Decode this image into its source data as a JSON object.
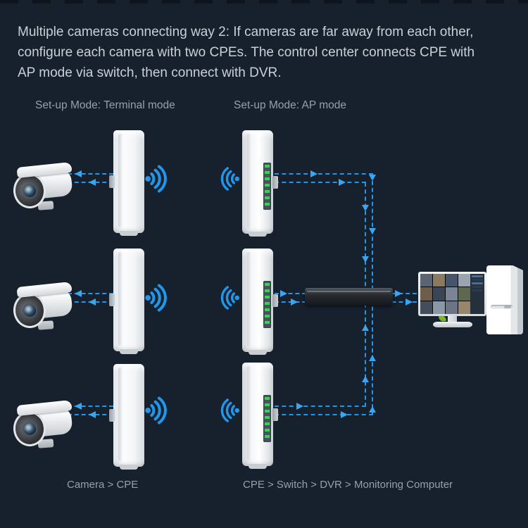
{
  "header": {
    "lines": [
      "Multiple cameras connecting way 2: If cameras are far away from each other,",
      "configure each camera with two CPEs. The control center connects CPE with",
      "AP mode via switch, then connect with DVR."
    ]
  },
  "sections": {
    "terminal_label": "Set-up Mode: Terminal mode",
    "ap_label": "Set-up Mode: AP mode"
  },
  "captions": {
    "terminal": "Camera > CPE",
    "ap": "CPE > Switch > DVR > Monitoring Computer"
  },
  "colors": {
    "background": "#17212d",
    "arrow": "#2196ea",
    "arrow_bright": "#39a6f2",
    "text_primary": "#c9d0d7",
    "text_secondary": "#96a0aa",
    "led_green": "#3ecf54"
  },
  "monitor": {
    "tiles": [
      "#5b6474",
      "#8a7a62",
      "#47556a",
      "#9aa5b0",
      "#6e5d49",
      "#3a4656",
      "#7b8494",
      "#5d684e",
      "#434d5e",
      "#8b96a6",
      "#6a7484",
      "#97866b"
    ],
    "sidebar_color": "#26303d"
  }
}
